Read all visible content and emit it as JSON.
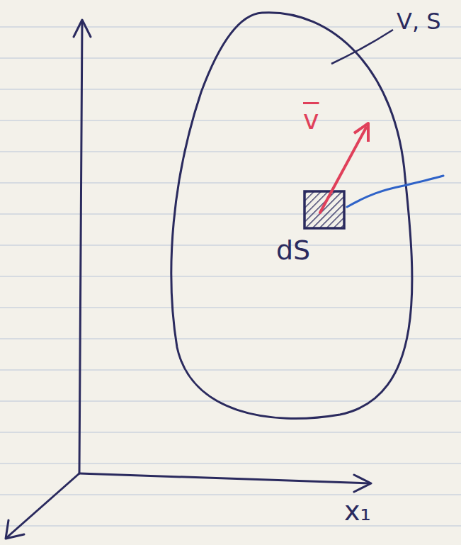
{
  "diagram": {
    "labels": [
      "V, S",
      "v",
      "dS",
      "x₁"
    ]
  }
}
